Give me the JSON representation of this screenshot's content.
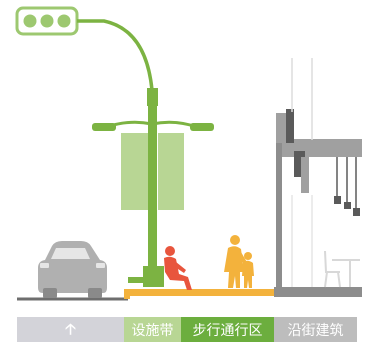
{
  "zones": {
    "road_icon": "arrow-up-icon",
    "facility_label": "设施带",
    "walk_label": "步行通行区",
    "frontage_label": "沿街建筑"
  },
  "colors": {
    "green_dark": "#7cb342",
    "green_light": "#b8d694",
    "pedestrian_orange": "#f3b23c",
    "sitter_red": "#e8553d",
    "car_gray": "#b0b0b0",
    "building_gray": "#8d8d8d",
    "road_gray": "#d3d3d9"
  }
}
